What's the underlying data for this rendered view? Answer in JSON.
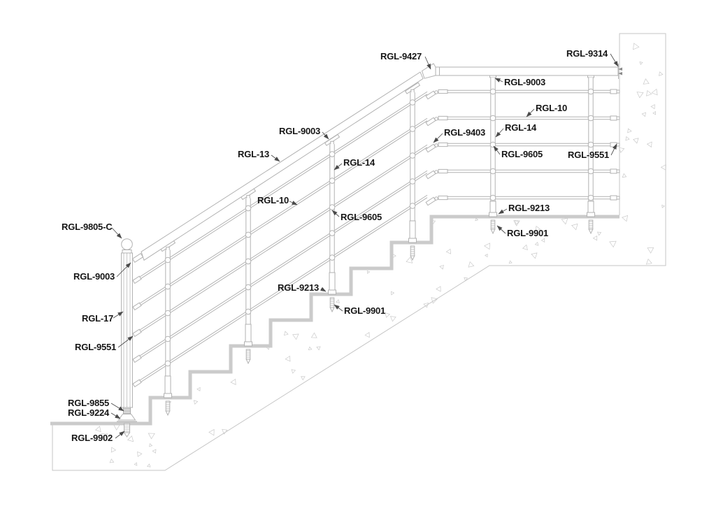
{
  "diagram": {
    "kind": "stair-cable-railing-section",
    "palette": {
      "linework": "#b2b2b2",
      "concrete": "#c6c6c6",
      "steps": "#c9c9c9",
      "label_text": "#161616",
      "leader": "#4a4a4a"
    }
  },
  "callouts": [
    {
      "label": "RGL-9805-C",
      "target": "start-post-ball-cap"
    },
    {
      "label": "RGL-9003",
      "target": "start-post-rail-bracket"
    },
    {
      "label": "RGL-17",
      "target": "start-post"
    },
    {
      "label": "RGL-9551",
      "target": "cable-terminal-at-start-post"
    },
    {
      "label": "RGL-9855",
      "target": "start-post-mount-kit"
    },
    {
      "label": "RGL-9224",
      "target": "start-post-base-flange"
    },
    {
      "label": "RGL-9902",
      "target": "floor-anchor-stud"
    },
    {
      "label": "RGL-13",
      "target": "sloped-handrail"
    },
    {
      "label": "RGL-9003",
      "target": "post-top-saddle"
    },
    {
      "label": "RGL-14",
      "target": "intermediate-post"
    },
    {
      "label": "RGL-10",
      "target": "railing-cable"
    },
    {
      "label": "RGL-9605",
      "target": "cable-post-grommet"
    },
    {
      "label": "RGL-9213",
      "target": "post-base-sleeve"
    },
    {
      "label": "RGL-9901",
      "target": "tread-anchor-stud"
    },
    {
      "label": "RGL-9427",
      "target": "handrail-elbow"
    },
    {
      "label": "RGL-9314",
      "target": "handrail-wall-mount"
    },
    {
      "label": "RGL-9003",
      "target": "landing-post-top-saddle"
    },
    {
      "label": "RGL-10",
      "target": "landing-cable"
    },
    {
      "label": "RGL-14",
      "target": "landing-post"
    },
    {
      "label": "RGL-9403",
      "target": "cable-transition-fitting"
    },
    {
      "label": "RGL-9605",
      "target": "landing-cable-post-grommet"
    },
    {
      "label": "RGL-9551",
      "target": "cable-wall-terminal"
    },
    {
      "label": "RGL-9213",
      "target": "landing-post-base-sleeve"
    },
    {
      "label": "RGL-9901",
      "target": "landing-anchor-stud"
    }
  ]
}
